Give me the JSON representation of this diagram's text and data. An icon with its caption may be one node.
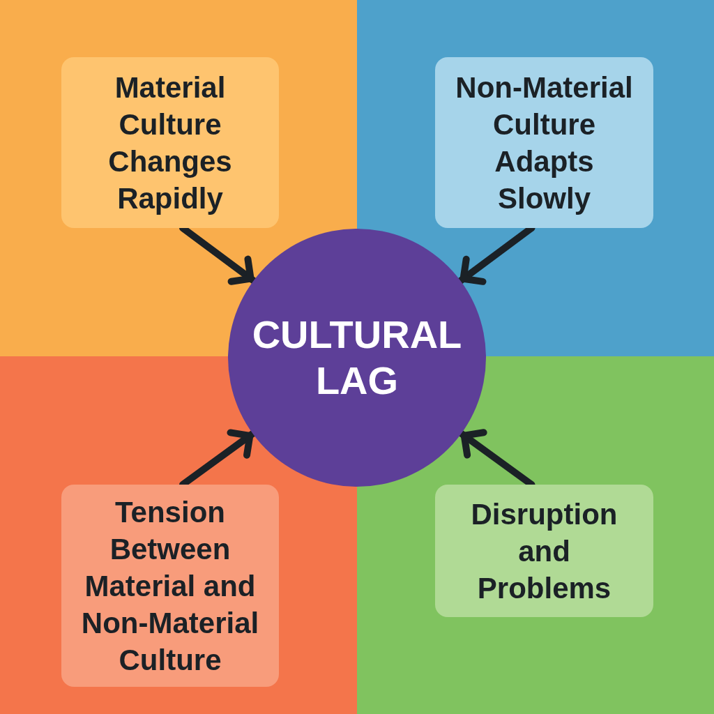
{
  "diagram": {
    "nodes": [
      {
        "text": [
          "Material Culture Changes Rapidly"
        ]
      },
      {
        "text": [
          "Non-Material Culture Adapts Slowly"
        ]
      },
      {
        "text": [
          "CULTURAL LAG"
        ]
      },
      {
        "text": [
          "Tension Between Material and Non-Material Culture"
        ]
      },
      {
        "text": [
          "Disruption and Problems"
        ]
      }
    ],
    "edges": [
      {
        "from": 0,
        "to": 2,
        "arrow": "to"
      },
      {
        "from": 1,
        "to": 2,
        "arrow": "to"
      },
      {
        "from": 3,
        "to": 2,
        "arrow": "to"
      },
      {
        "from": 4,
        "to": 2,
        "arrow": "to"
      }
    ]
  }
}
